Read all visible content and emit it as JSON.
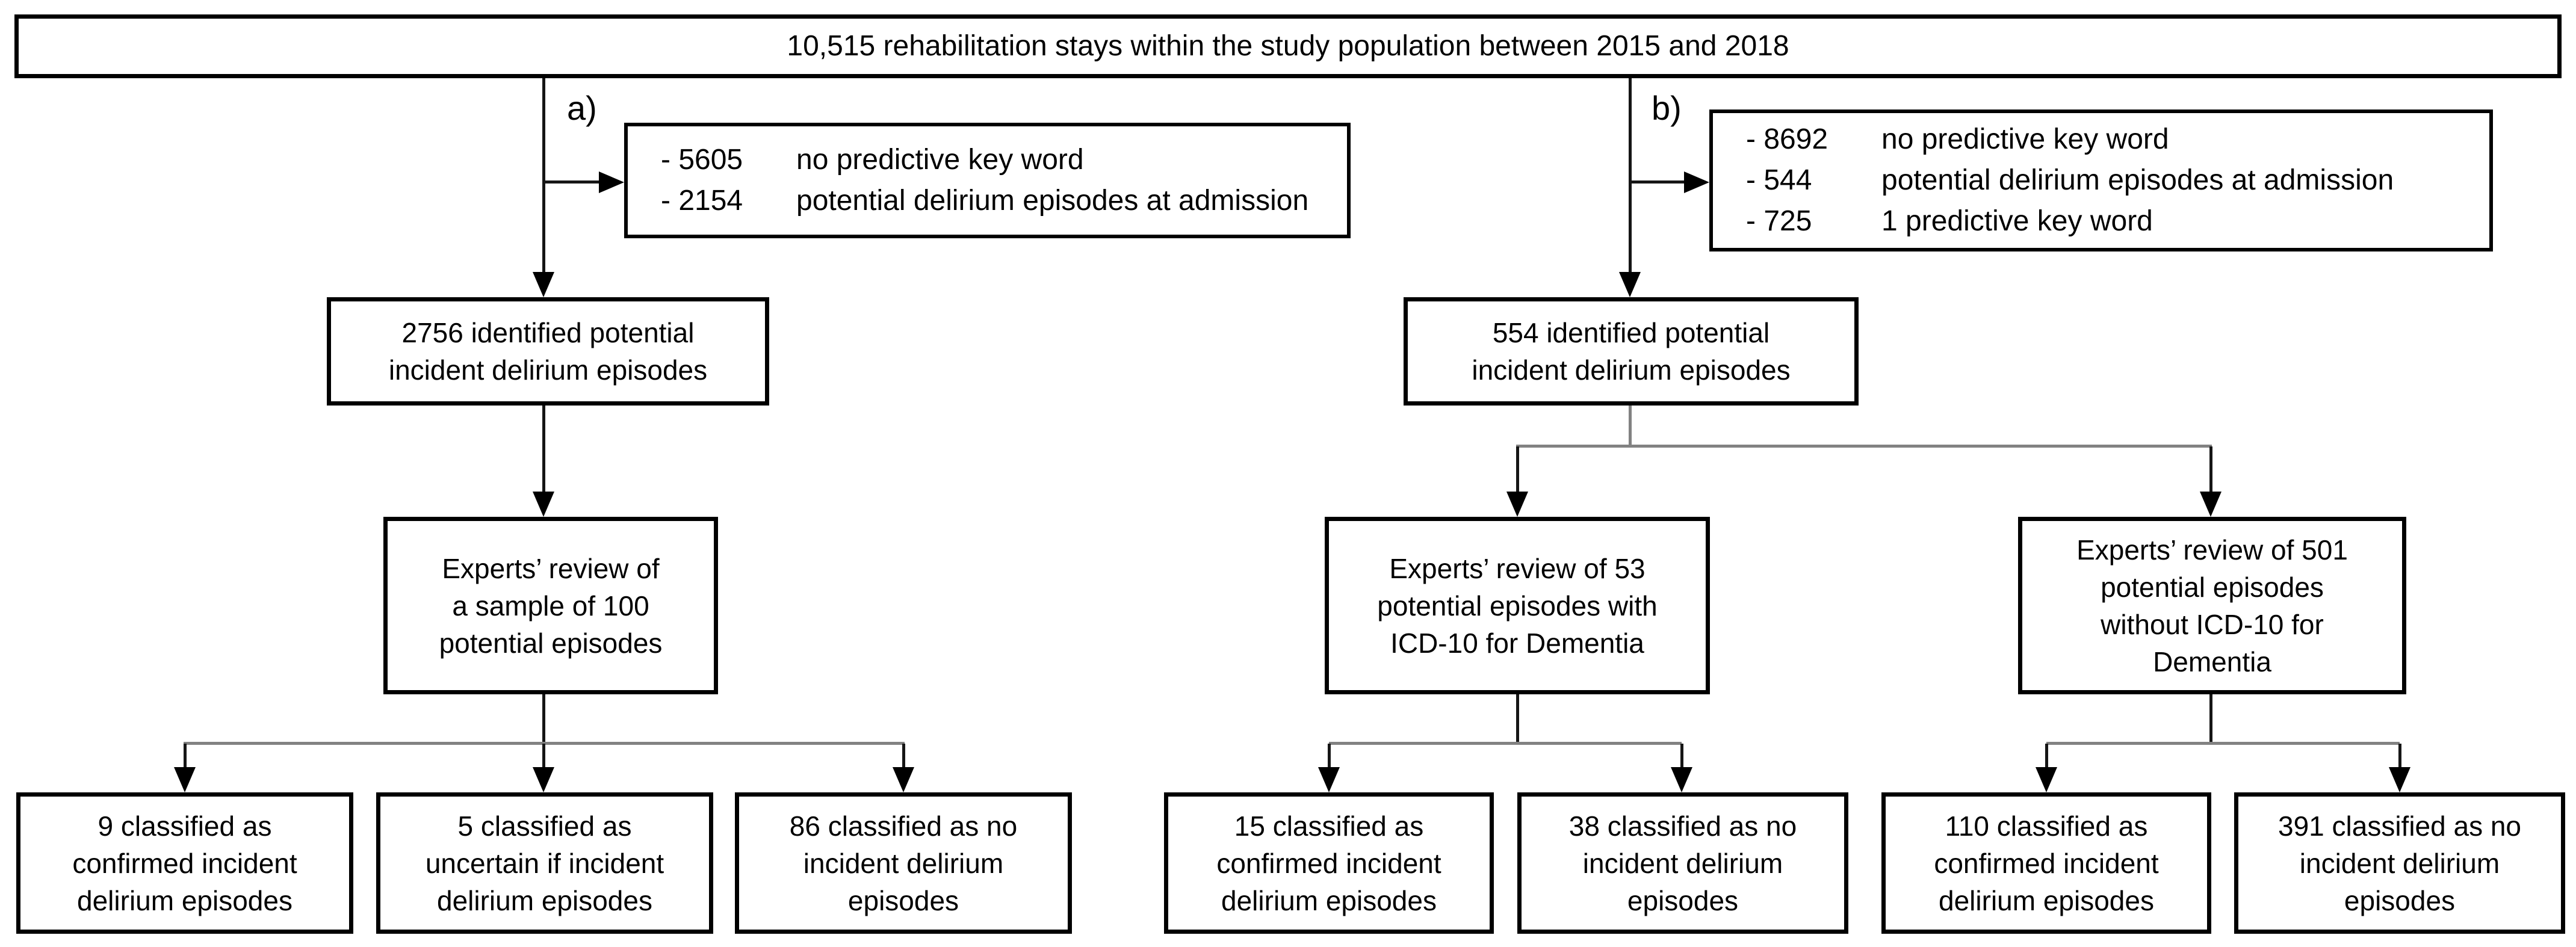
{
  "figure": {
    "type": "study-flowchart",
    "title_box": "10,515 rehabilitation stays within the study population between 2015 and 2018"
  },
  "branch_labels": {
    "a": "a)",
    "b": "b)"
  },
  "exclusions": {
    "a": {
      "items": [
        {
          "num": "- 5605",
          "label": "no predictive key word"
        },
        {
          "num": "- 2154",
          "label": "potential delirium episodes at admission"
        }
      ]
    },
    "b": {
      "items": [
        {
          "num": "- 8692",
          "label": "no predictive key word"
        },
        {
          "num": "- 544",
          "label": "potential delirium episodes at admission"
        },
        {
          "num": "- 725",
          "label": "1 predictive key word"
        }
      ]
    }
  },
  "identified": {
    "a": "2756 identified potential\nincident delirium episodes",
    "b": "554 identified potential\nincident delirium episodes"
  },
  "reviews": {
    "sample": "Experts’ review of\na sample of 100\npotential episodes",
    "with_icd": "Experts’ review of 53\npotential episodes with\nICD-10 for Dementia",
    "without_icd": "Experts’ review of 501\npotential episodes\nwithout ICD-10 for\nDementia"
  },
  "outcomes": [
    "9 classified as\nconfirmed incident\ndelirium episodes",
    "5 classified as\nuncertain if incident\ndelirium episodes",
    "86 classified as no\nincident delirium\nepisodes",
    "15 classified as\nconfirmed incident\ndelirium episodes",
    "38 classified as no\nincident delirium\nepisodes",
    "110 classified as\nconfirmed incident\ndelirium episodes",
    "391 classified as no\nincident delirium\nepisodes"
  ],
  "colors": {
    "border": "#000000",
    "text": "#000000",
    "connector": "#161616",
    "branch_connector": "#828282",
    "background": "#ffffff"
  }
}
